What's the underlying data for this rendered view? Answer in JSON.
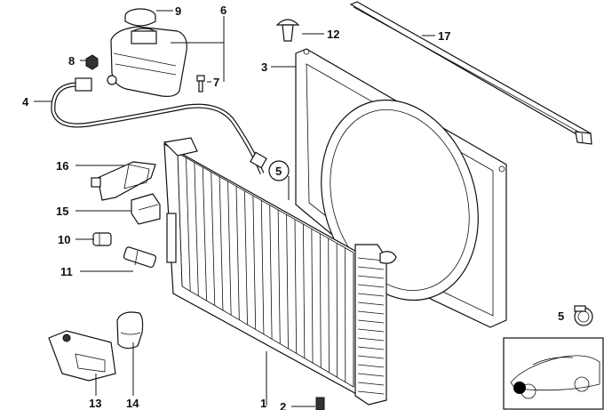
{
  "callouts": {
    "c1": "1",
    "c2": "2",
    "c3": "3",
    "c4": "4",
    "c5": "5",
    "c6": "6",
    "c7": "7",
    "c8": "8",
    "c9": "9",
    "c10": "10",
    "c11": "11",
    "c12": "12",
    "c13": "13",
    "c14": "14",
    "c15": "15",
    "c16": "16",
    "c17": "17"
  },
  "inset": {
    "label": "5"
  }
}
